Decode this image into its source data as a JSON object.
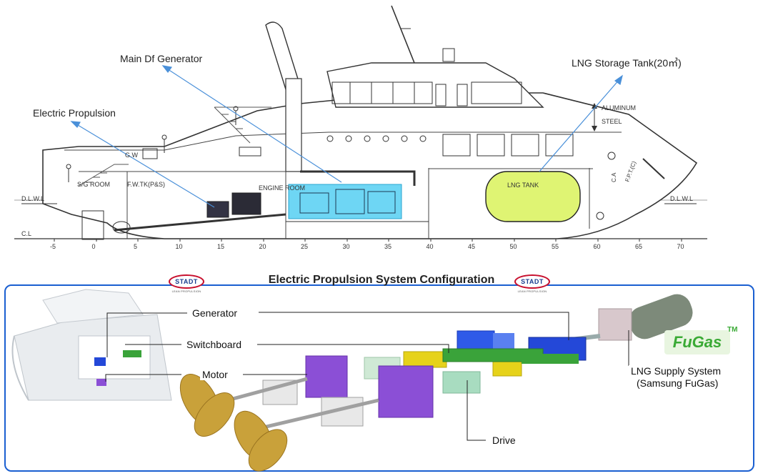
{
  "top_section": {
    "callouts": {
      "main_df_generator": "Main Df Generator",
      "electric_propulsion": "Electric Propulsion",
      "lng_storage_tank": "LNG Storage Tank(20㎥)"
    },
    "drawing_labels": {
      "aluminum": "ALUMINUM",
      "steel": "STEEL",
      "engine_room": "ENGINE ROOM",
      "lng_tank": "LNG TANK",
      "sg_room": "S/G ROOM",
      "fwtk": "F.W.TK(P&S)",
      "dlwl_left": "D.L.W.L",
      "dlwl_right": "D.L.W.L",
      "cl": "C.L",
      "gw": "G.W",
      "fpt": "F.P.T.(C)",
      "ca": "C.A"
    },
    "frame_numbers": [
      "-5",
      "0",
      "5",
      "10",
      "15",
      "20",
      "25",
      "30",
      "35",
      "40",
      "45",
      "50",
      "55",
      "60",
      "65",
      "70"
    ],
    "colors": {
      "engine_room_highlight": "#3ec8f0",
      "lng_tank_highlight": "#d9f25a",
      "arrow": "#4a90d9"
    }
  },
  "bottom_section": {
    "title": "Electric Propulsion System Configuration",
    "logo_text": "STADT",
    "logo_subtext": "LEAN PROPULSION",
    "labels": {
      "generator": "Generator",
      "switchboard": "Switchboard",
      "motor": "Motor",
      "drive": "Drive",
      "lng_supply_line1": "LNG Supply System",
      "lng_supply_line2": "(Samsung FuGas)"
    },
    "fugas_logo": "FuGas",
    "fugas_tm": "TM",
    "colors": {
      "panel_border": "#1a5fd1",
      "generator": "#2448d8",
      "motor": "#8b4fd6",
      "switchboard": "#e6d21a",
      "drive": "#a8dcc0",
      "propeller": "#c9a13a"
    }
  }
}
